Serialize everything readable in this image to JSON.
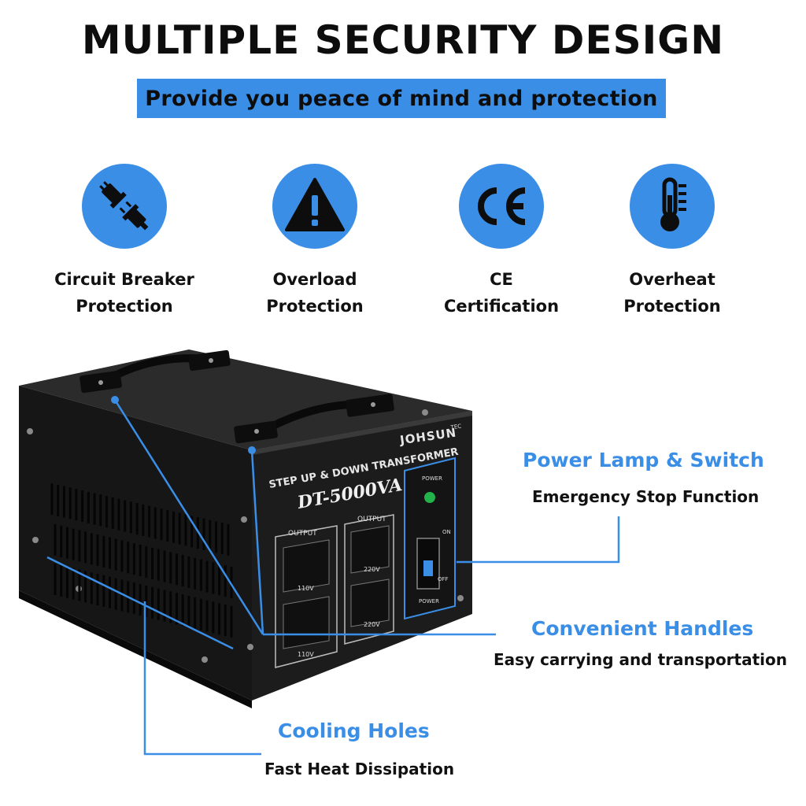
{
  "header": {
    "title": "MULTIPLE SECURITY DESIGN",
    "subtitle": "Provide you peace of mind and protection"
  },
  "features": [
    {
      "icon": "plug-icon",
      "line1": "Circuit Breaker",
      "line2": "Protection"
    },
    {
      "icon": "warning-icon",
      "line1": "Overload",
      "line2": "Protection"
    },
    {
      "icon": "ce-mark-icon",
      "line1": "CE",
      "line2": "Certification"
    },
    {
      "icon": "thermometer-icon",
      "line1": "Overheat",
      "line2": "Protection"
    }
  ],
  "callouts": {
    "power": {
      "title": "Power Lamp & Switch",
      "sub": "Emergency Stop Function"
    },
    "handles": {
      "title": "Convenient Handles",
      "sub": "Easy carrying and transportation"
    },
    "cooling": {
      "title": "Cooling Holes",
      "sub": "Fast Heat Dissipation"
    }
  },
  "product": {
    "brand": "JOHSUN",
    "brand_suffix": "TEC",
    "panel_label": "STEP UP & DOWN TRANSFORMER",
    "model": "DT-5000VA",
    "output_label_1": "OUTPUT",
    "output_label_2": "OUTPUT",
    "socket_110_top": "110V",
    "socket_110_bottom": "110V",
    "socket_220_top": "220V",
    "socket_220_bottom": "220V",
    "power_lamp_label": "POWER",
    "switch_on": "ON",
    "switch_off": "OFF",
    "switch_label": "POWER"
  },
  "colors": {
    "accent": "#3a8ee6",
    "body": "#1a1a1a"
  }
}
